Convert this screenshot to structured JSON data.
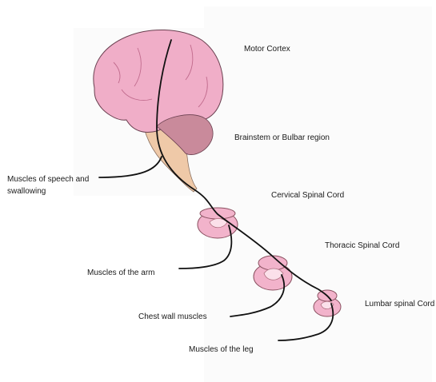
{
  "labels": {
    "motor_cortex": "Motor Cortex",
    "brainstem": "Brainstem or Bulbar region",
    "speech_line1": "Muscles of speech and",
    "speech_line2": "swallowing",
    "cervical": "Cervical Spinal Cord",
    "thoracic": "Thoracic Spinal Cord",
    "arm": "Muscles of the arm",
    "chest": "Chest wall muscles",
    "lumbar": "Lumbar spinal Cord",
    "leg": "Muscles of the leg"
  },
  "colors": {
    "brain": "#f0aec8",
    "brainstem": "#efc9a8",
    "cerebellum": "#c98a9b",
    "cord": "#f2b3cb",
    "nerve": "#111111"
  }
}
